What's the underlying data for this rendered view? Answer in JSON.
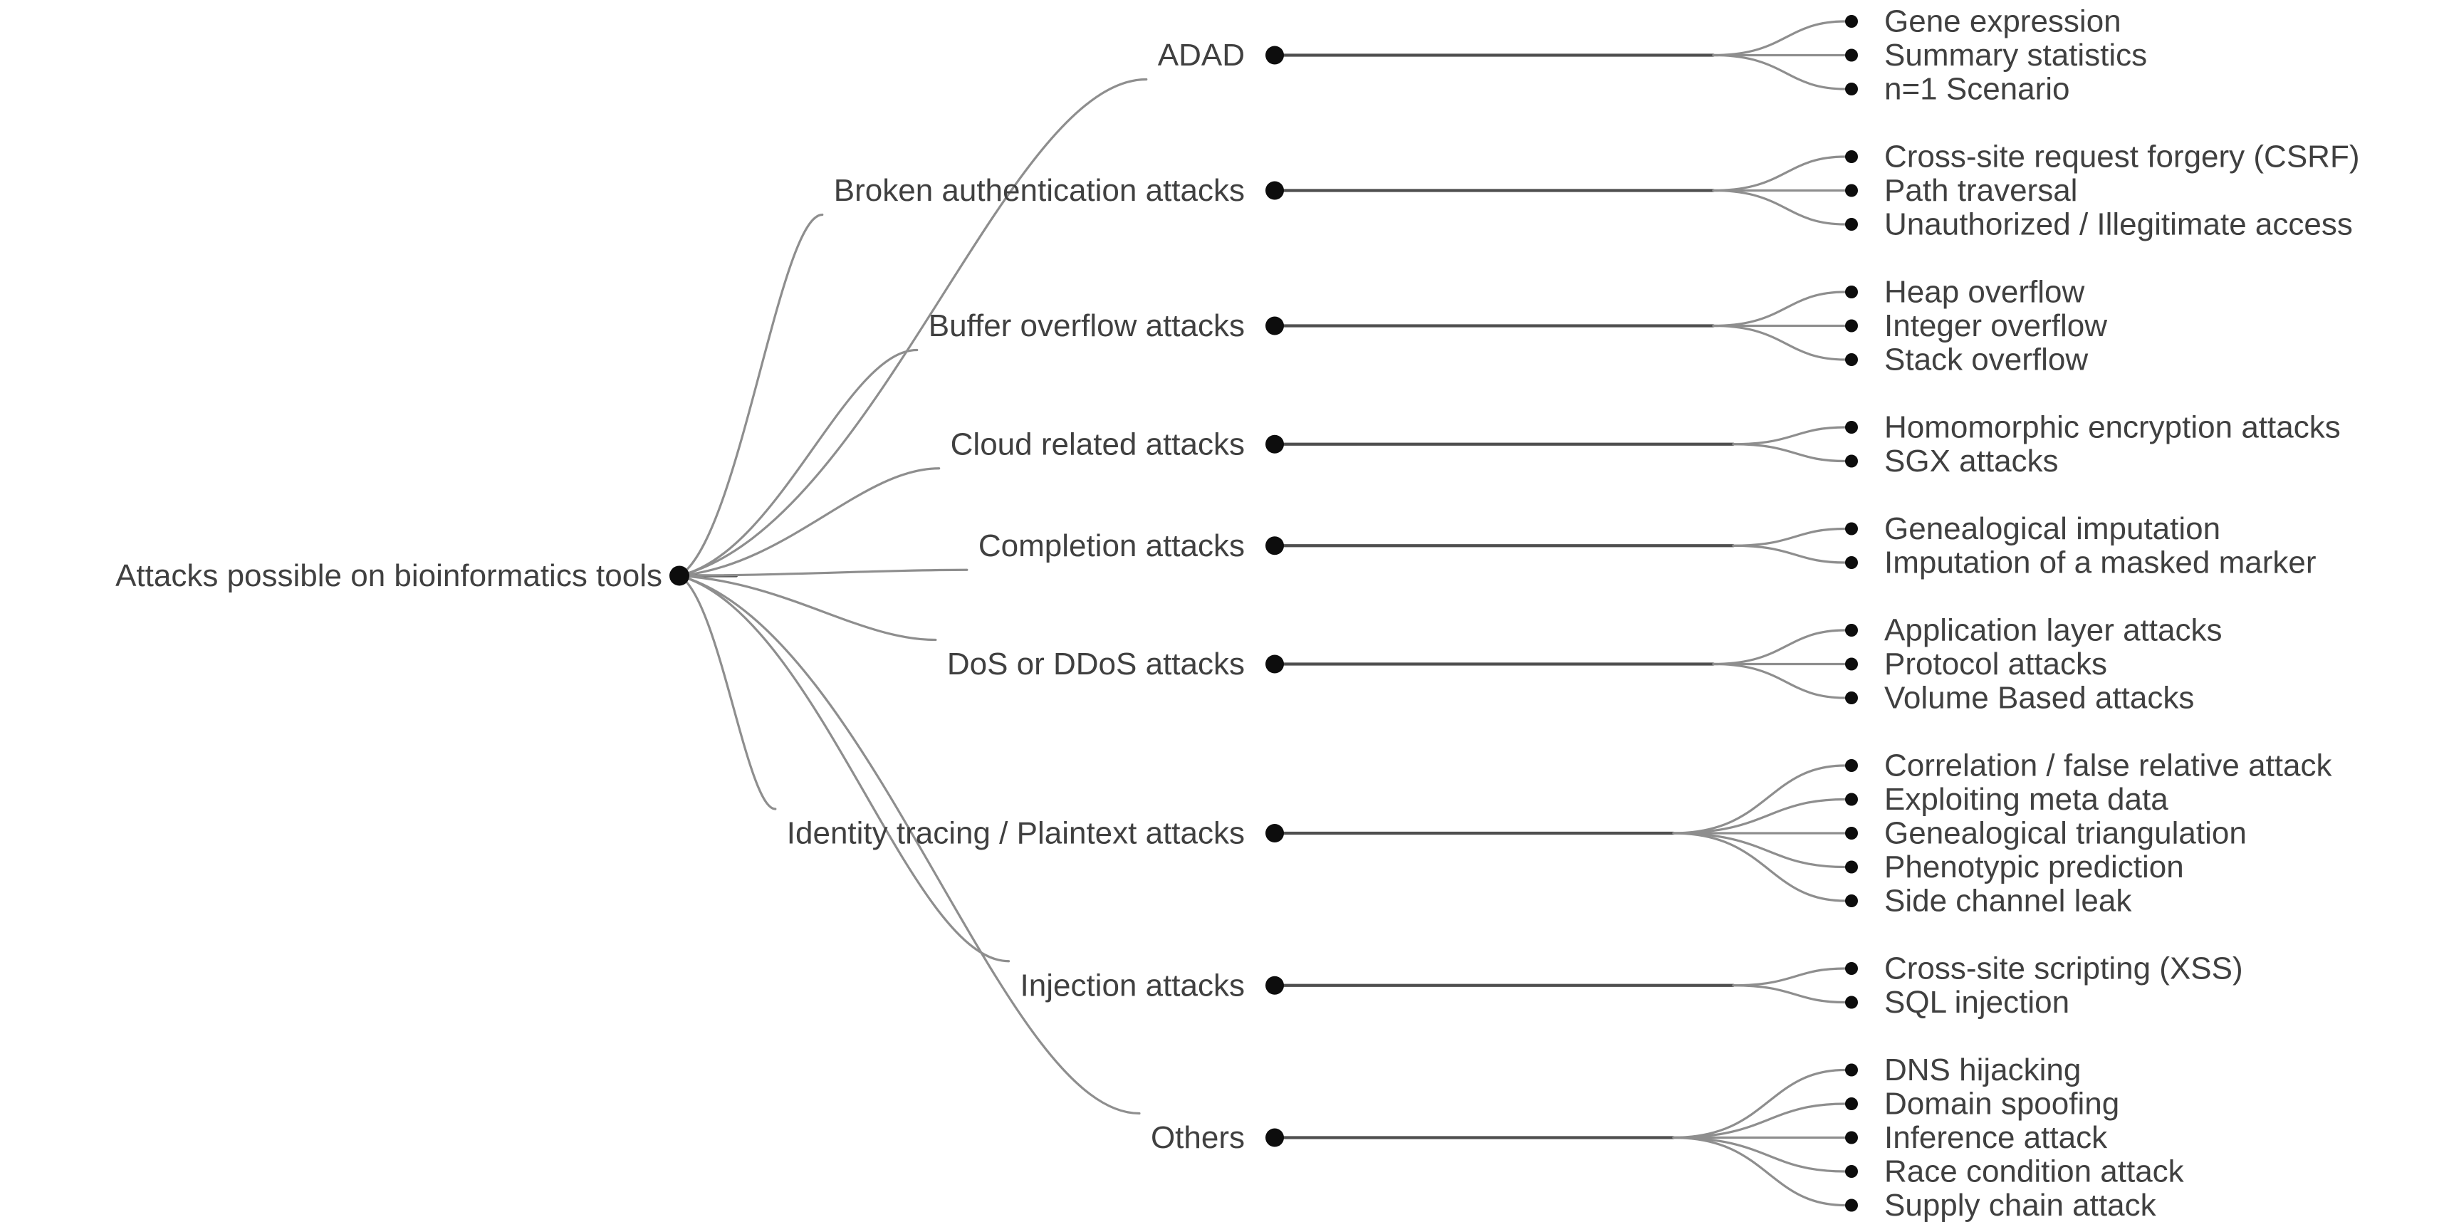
{
  "figure": {
    "background": "#ffffff",
    "text_color": "#404040",
    "edge_color": "#8e8e8e",
    "trunk_color": "#4f4f4f",
    "node_color": "#0d0d0d"
  },
  "tree": {
    "label": "Attacks possible on bioinformatics tools",
    "children": [
      {
        "label": "ADAD",
        "children": [
          {
            "label": "Gene expression"
          },
          {
            "label": "Summary statistics"
          },
          {
            "label": "n=1 Scenario"
          }
        ]
      },
      {
        "label": "Broken authentication attacks",
        "children": [
          {
            "label": "Cross-site request forgery (CSRF)"
          },
          {
            "label": "Path traversal"
          },
          {
            "label": "Unauthorized / Illegitimate access"
          }
        ]
      },
      {
        "label": "Buffer overflow attacks",
        "children": [
          {
            "label": "Heap overflow"
          },
          {
            "label": "Integer overflow"
          },
          {
            "label": "Stack overflow"
          }
        ]
      },
      {
        "label": "Cloud related attacks",
        "children": [
          {
            "label": "Homomorphic encryption attacks"
          },
          {
            "label": "SGX attacks"
          }
        ]
      },
      {
        "label": "Completion attacks",
        "children": [
          {
            "label": "Genealogical imputation"
          },
          {
            "label": "Imputation of a masked marker"
          }
        ]
      },
      {
        "label": "DoS or DDoS attacks",
        "children": [
          {
            "label": "Application layer attacks"
          },
          {
            "label": "Protocol attacks"
          },
          {
            "label": "Volume Based attacks"
          }
        ]
      },
      {
        "label": "Identity tracing / Plaintext attacks",
        "children": [
          {
            "label": "Correlation / false relative attack"
          },
          {
            "label": "Exploiting meta data"
          },
          {
            "label": "Genealogical triangulation"
          },
          {
            "label": "Phenotypic prediction"
          },
          {
            "label": "Side channel leak"
          }
        ]
      },
      {
        "label": "Injection attacks",
        "children": [
          {
            "label": "Cross-site scripting (XSS)"
          },
          {
            "label": "SQL injection"
          }
        ]
      },
      {
        "label": "Others",
        "children": [
          {
            "label": "DNS hijacking"
          },
          {
            "label": "Domain spoofing"
          },
          {
            "label": "Inference attack"
          },
          {
            "label": "Race condition attack"
          },
          {
            "label": "Supply chain attack"
          }
        ]
      }
    ]
  }
}
